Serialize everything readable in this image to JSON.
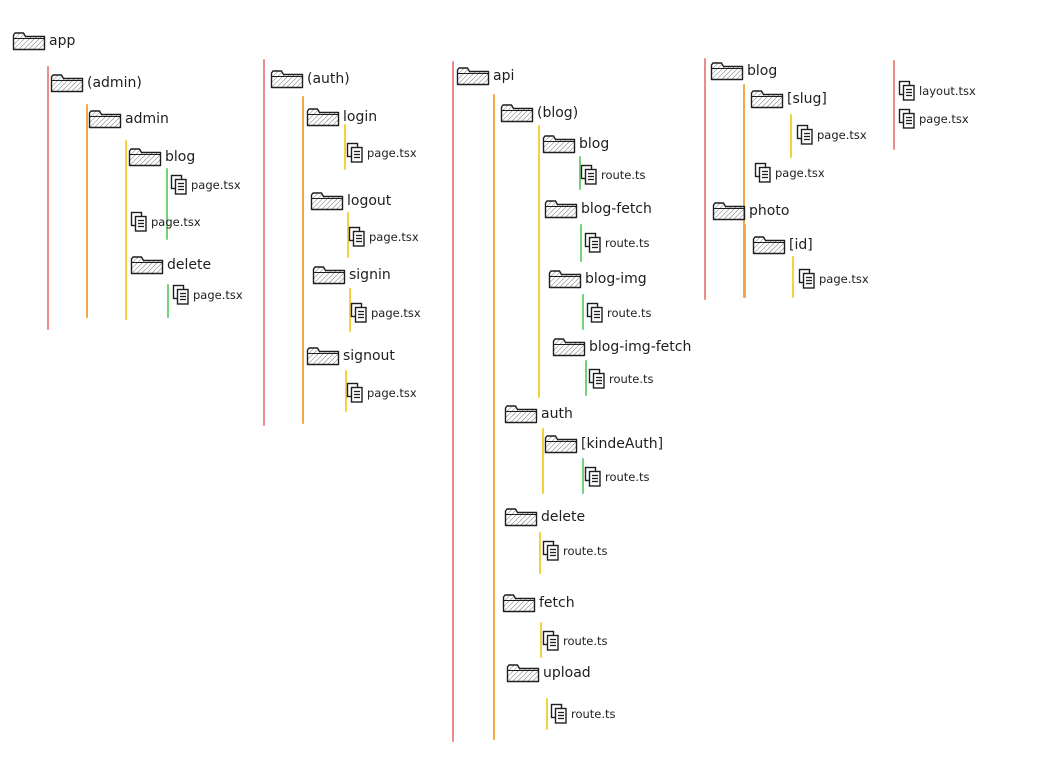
{
  "colors": {
    "level1": "#f08a8a",
    "level2": "#f5a54a",
    "level3": "#f4d23a",
    "level4": "#72d17a",
    "stroke": "#1e1e1e",
    "hatch": "#7a7a7a"
  },
  "icons": {
    "folder": "folder-icon",
    "file": "file-icon"
  },
  "nodes": [
    {
      "label": "app",
      "type": "folder"
    },
    {
      "label": "(admin)",
      "type": "folder"
    },
    {
      "label": "admin",
      "type": "folder"
    },
    {
      "label": "blog",
      "type": "folder"
    },
    {
      "label": "page.tsx",
      "type": "file"
    },
    {
      "label": "page.tsx",
      "type": "file"
    },
    {
      "label": "delete",
      "type": "folder"
    },
    {
      "label": "page.tsx",
      "type": "file"
    },
    {
      "label": "(auth)",
      "type": "folder"
    },
    {
      "label": "login",
      "type": "folder"
    },
    {
      "label": "page.tsx",
      "type": "file"
    },
    {
      "label": "logout",
      "type": "folder"
    },
    {
      "label": "page.tsx",
      "type": "file"
    },
    {
      "label": "signin",
      "type": "folder"
    },
    {
      "label": "page.tsx",
      "type": "file"
    },
    {
      "label": "signout",
      "type": "folder"
    },
    {
      "label": "page.tsx",
      "type": "file"
    },
    {
      "label": "api",
      "type": "folder"
    },
    {
      "label": "(blog)",
      "type": "folder"
    },
    {
      "label": "blog",
      "type": "folder"
    },
    {
      "label": "route.ts",
      "type": "file"
    },
    {
      "label": "blog-fetch",
      "type": "folder"
    },
    {
      "label": "route.ts",
      "type": "file"
    },
    {
      "label": "blog-img",
      "type": "folder"
    },
    {
      "label": "route.ts",
      "type": "file"
    },
    {
      "label": "blog-img-fetch",
      "type": "folder"
    },
    {
      "label": "route.ts",
      "type": "file"
    },
    {
      "label": "auth",
      "type": "folder"
    },
    {
      "label": "[kindeAuth]",
      "type": "folder"
    },
    {
      "label": "route.ts",
      "type": "file"
    },
    {
      "label": "delete",
      "type": "folder"
    },
    {
      "label": "route.ts",
      "type": "file"
    },
    {
      "label": "fetch",
      "type": "folder"
    },
    {
      "label": "route.ts",
      "type": "file"
    },
    {
      "label": "upload",
      "type": "folder"
    },
    {
      "label": "route.ts",
      "type": "file"
    },
    {
      "label": "blog",
      "type": "folder"
    },
    {
      "label": "[slug]",
      "type": "folder"
    },
    {
      "label": "page.tsx",
      "type": "file"
    },
    {
      "label": "page.tsx",
      "type": "file"
    },
    {
      "label": "photo",
      "type": "folder"
    },
    {
      "label": "[id]",
      "type": "folder"
    },
    {
      "label": "page.tsx",
      "type": "file"
    },
    {
      "label": "layout.tsx",
      "type": "file"
    },
    {
      "label": "page.tsx",
      "type": "file"
    }
  ],
  "connectors": [
    {
      "parent": 0,
      "level": 1
    },
    {
      "parent": 1,
      "level": 2
    },
    {
      "parent": 2,
      "level": 3
    },
    {
      "parent": 3,
      "level": 4
    },
    {
      "parent": 6,
      "level": 4
    },
    {
      "parent": 0,
      "level": 1
    },
    {
      "parent": 8,
      "level": 2
    },
    {
      "parent": 9,
      "level": 3
    },
    {
      "parent": 11,
      "level": 3
    },
    {
      "parent": 13,
      "level": 3
    },
    {
      "parent": 15,
      "level": 3
    },
    {
      "parent": 0,
      "level": 1
    },
    {
      "parent": 17,
      "level": 2
    },
    {
      "parent": 18,
      "level": 3
    },
    {
      "parent": 19,
      "level": 4
    },
    {
      "parent": 21,
      "level": 4
    },
    {
      "parent": 23,
      "level": 4
    },
    {
      "parent": 25,
      "level": 4
    },
    {
      "parent": 27,
      "level": 3
    },
    {
      "parent": 28,
      "level": 4
    },
    {
      "parent": 30,
      "level": 3
    },
    {
      "parent": 32,
      "level": 3
    },
    {
      "parent": 34,
      "level": 3
    },
    {
      "parent": 0,
      "level": 1
    },
    {
      "parent": 36,
      "level": 2
    },
    {
      "parent": 37,
      "level": 3
    },
    {
      "parent": 40,
      "level": 2
    },
    {
      "parent": 41,
      "level": 3
    },
    {
      "parent": 0,
      "level": 1
    }
  ]
}
